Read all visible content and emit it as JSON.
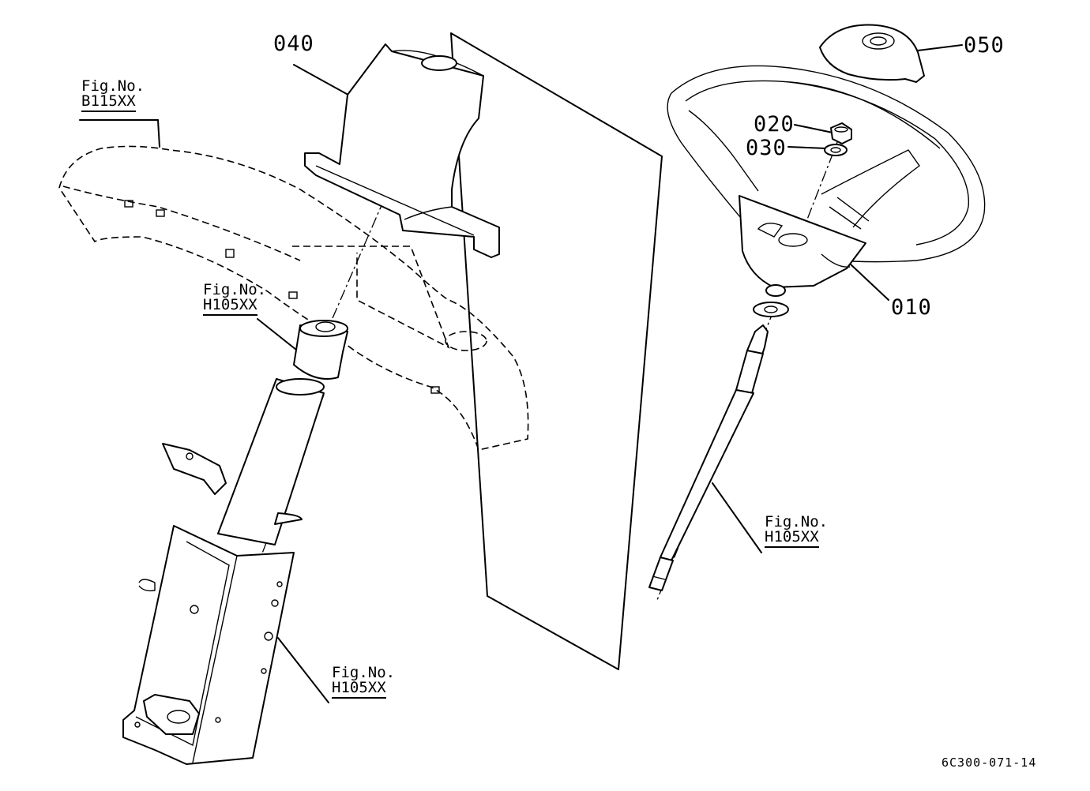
{
  "diagram": {
    "part_labels": [
      {
        "id": "p040",
        "text": "040"
      },
      {
        "id": "p050",
        "text": "050"
      },
      {
        "id": "p020",
        "text": "020"
      },
      {
        "id": "p030",
        "text": "030"
      },
      {
        "id": "p010",
        "text": "010"
      }
    ],
    "figure_refs": [
      {
        "id": "f1",
        "prefix": "Fig.No.",
        "code": "B115XX"
      },
      {
        "id": "f2",
        "prefix": "Fig.No.",
        "code": "H105XX"
      },
      {
        "id": "f3",
        "prefix": "Fig.No.",
        "code": "H105XX"
      },
      {
        "id": "f4",
        "prefix": "Fig.No.",
        "code": "H105XX"
      }
    ],
    "document_id": "6C300-071-14"
  }
}
